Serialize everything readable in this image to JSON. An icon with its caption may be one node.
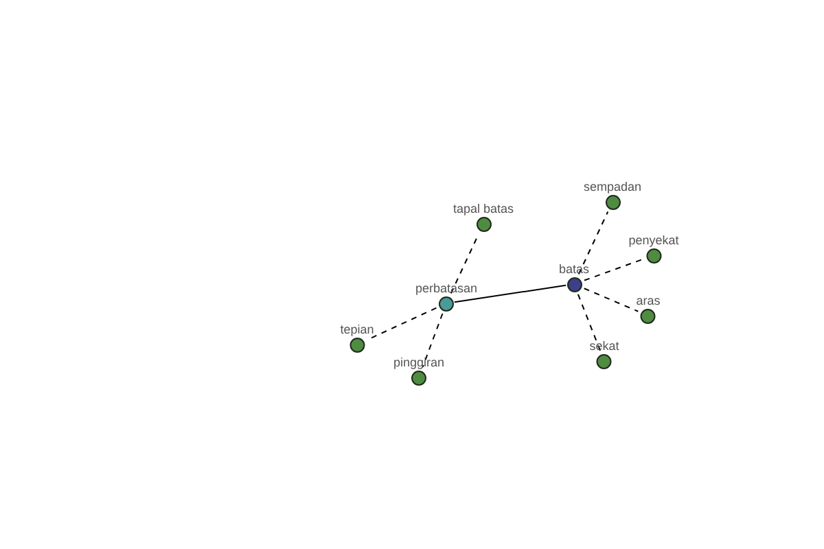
{
  "diagram": {
    "nodes": [
      {
        "text": [
          "sempadan"
        ]
      },
      {
        "text": [
          "tapal batas"
        ]
      },
      {
        "text": [
          "penyekat"
        ]
      },
      {
        "text": [
          "batas"
        ]
      },
      {
        "text": [
          "perbatasan"
        ]
      },
      {
        "text": [
          "aras"
        ]
      },
      {
        "text": [
          "tepian"
        ]
      },
      {
        "text": [
          "sekat"
        ]
      },
      {
        "text": [
          "pinggiran"
        ]
      }
    ],
    "edges": [
      {
        "from": 4,
        "to": 3,
        "arrow": "none"
      },
      {
        "from": 4,
        "to": 1,
        "arrow": "none",
        "style": "dashed"
      },
      {
        "from": 4,
        "to": 6,
        "arrow": "none",
        "style": "dashed"
      },
      {
        "from": 4,
        "to": 8,
        "arrow": "none",
        "style": "dashed"
      },
      {
        "from": 3,
        "to": 0,
        "arrow": "none",
        "style": "dashed"
      },
      {
        "from": 3,
        "to": 2,
        "arrow": "none",
        "style": "dashed"
      },
      {
        "from": 3,
        "to": 5,
        "arrow": "none",
        "style": "dashed"
      },
      {
        "from": 3,
        "to": 7,
        "arrow": "none",
        "style": "dashed"
      }
    ]
  }
}
